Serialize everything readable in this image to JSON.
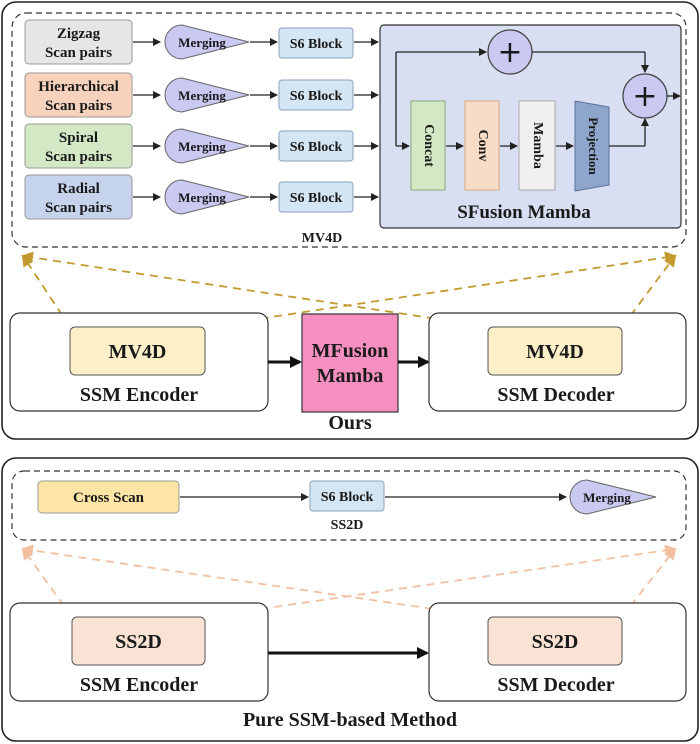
{
  "top": {
    "scans": [
      {
        "line1": "Zigzag",
        "line2": "Scan pairs",
        "color": "#e6e6e6"
      },
      {
        "line1": "Hierarchical",
        "line2": "Scan pairs",
        "color": "#f7d2bd"
      },
      {
        "line1": "Spiral",
        "line2": "Scan pairs",
        "color": "#d3e8c5"
      },
      {
        "line1": "Radial",
        "line2": "Scan pairs",
        "color": "#c5d3ec"
      }
    ],
    "merging_label": "Merging",
    "s6_label": "S6 Block",
    "sfusion": {
      "title": "SFusion Mamba",
      "concat": "Concat",
      "conv": "Conv",
      "mamba": "Mamba",
      "projection": "Projection",
      "plus": "+"
    },
    "module_caption": "MV4D",
    "encoder": {
      "inner": "MV4D",
      "label": "SSM Encoder"
    },
    "mfusion": {
      "line1": "MFusion",
      "line2": "Mamba"
    },
    "decoder": {
      "inner": "MV4D",
      "label": "SSM Decoder"
    },
    "caption": "Ours"
  },
  "bottom": {
    "cross_scan": "Cross Scan",
    "s6_label": "S6 Block",
    "merging_label": "Merging",
    "module_caption": "SS2D",
    "encoder": {
      "inner": "SS2D",
      "label": "SSM Encoder"
    },
    "decoder": {
      "inner": "SS2D",
      "label": "SSM Decoder"
    },
    "caption": "Pure SSM-based Method"
  },
  "colors": {
    "merging": "#c9c9f2",
    "s6": "#d4e6f4",
    "sfusion_bg": "#d8dff2",
    "concat": "#d3e8c5",
    "conv": "#f9dcc6",
    "mamba": "#f0f0f0",
    "projection": "#8fa6cc",
    "mv4d_inner": "#fdf0c8",
    "ss2d_inner": "#fae3d5",
    "mfusion": "#f58fbf",
    "cross_scan": "#fde6a5",
    "dash_top": "#c29a2e",
    "dash_bottom": "#f2c0a0"
  }
}
